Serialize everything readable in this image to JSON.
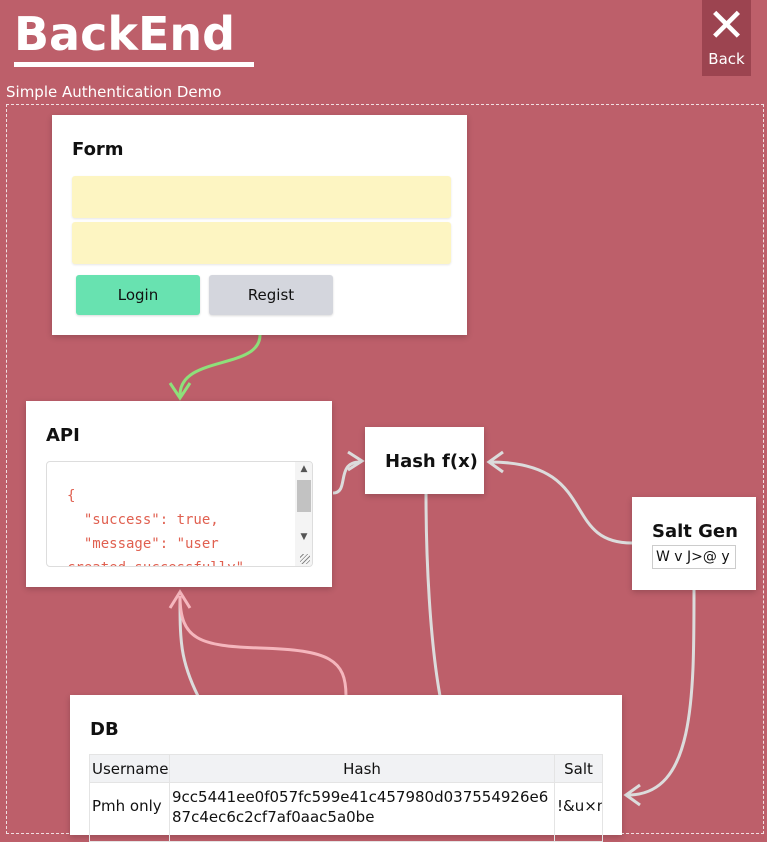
{
  "header": {
    "title": "BackEnd",
    "subtitle": "Simple Authentication Demo",
    "back_label": "Back",
    "back_icon": "close-icon"
  },
  "form": {
    "title": "Form",
    "username_value": "",
    "password_value": "",
    "login_label": "Login",
    "regist_label": "Regist"
  },
  "api": {
    "title": "API",
    "response_text": "{\n  \"success\": true,\n  \"message\": \"user\ncreated successfully\""
  },
  "hash": {
    "title": "Hash f(x)"
  },
  "salt": {
    "title": "Salt Gen",
    "value": "W v J>@ y"
  },
  "db": {
    "title": "DB",
    "columns": [
      "Username",
      "Hash",
      "Salt"
    ],
    "rows": [
      {
        "username": "Pmh only",
        "hash": "9cc5441ee0f057fc599e41c457980d037554926e687c4ec6c2cf7af0aac5a0be",
        "salt": "!&u×m"
      }
    ]
  },
  "colors": {
    "background": "#bd5f6a",
    "login_button": "#68e2b0",
    "regist_button": "#d4d6dd",
    "input_fill": "#fdf5c2",
    "form_to_api_arrow": "#8ee07a",
    "db_to_api_arrow": "#f5b6bd",
    "neutral_arrow": "#d9d9d9"
  }
}
